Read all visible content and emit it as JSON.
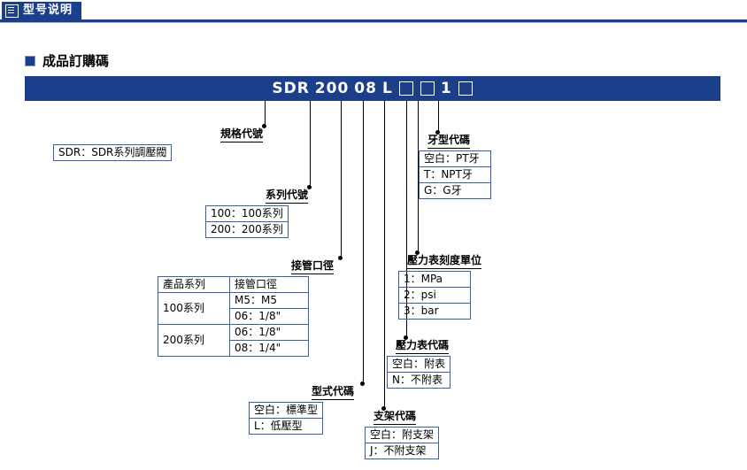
{
  "header": {
    "tab_label": "型号说明",
    "icon": "list-icon"
  },
  "section": {
    "title": "成品訂購碼",
    "bullet_icon": "square-bullet-icon"
  },
  "code_bar": {
    "parts": [
      "SDR",
      "200",
      "08",
      "L"
    ],
    "trailing_digit": "1",
    "box_icon": "empty-box-icon"
  },
  "groups": {
    "spec": {
      "title": "規格代號",
      "rows": [
        [
          "SDR：SDR系列調壓閥"
        ]
      ]
    },
    "series": {
      "title": "系列代號",
      "rows": [
        [
          "100：100系列"
        ],
        [
          "200：200系列"
        ]
      ]
    },
    "port": {
      "title": "接管口徑",
      "header": [
        "產品系列",
        "接管口徑"
      ],
      "rows": [
        [
          "100系列",
          "M5：M5"
        ],
        [
          "",
          "06：1/8\""
        ],
        [
          "200系列",
          "06：1/8\""
        ],
        [
          "",
          "08：1/4\""
        ]
      ]
    },
    "type": {
      "title": "型式代碼",
      "rows": [
        [
          "空白：標準型"
        ],
        [
          "L：低壓型"
        ]
      ]
    },
    "bracket": {
      "title": "支架代碼",
      "rows": [
        [
          "空白：附支架"
        ],
        [
          "J：不附支架"
        ]
      ]
    },
    "gauge": {
      "title": "壓力表代碼",
      "rows": [
        [
          "空白：附表"
        ],
        [
          "N：不附表"
        ]
      ]
    },
    "unit": {
      "title": "壓力表刻度單位",
      "rows": [
        [
          "1：MPa"
        ],
        [
          "2：psi"
        ],
        [
          "3：bar"
        ]
      ]
    },
    "thread": {
      "title": "牙型代碼",
      "rows": [
        [
          "空白：PT牙"
        ],
        [
          "T：NPT牙"
        ],
        [
          "G：G牙"
        ]
      ]
    }
  },
  "colors": {
    "brand_blue": "#1b3f8b",
    "table_border": "#3b5fa5"
  }
}
